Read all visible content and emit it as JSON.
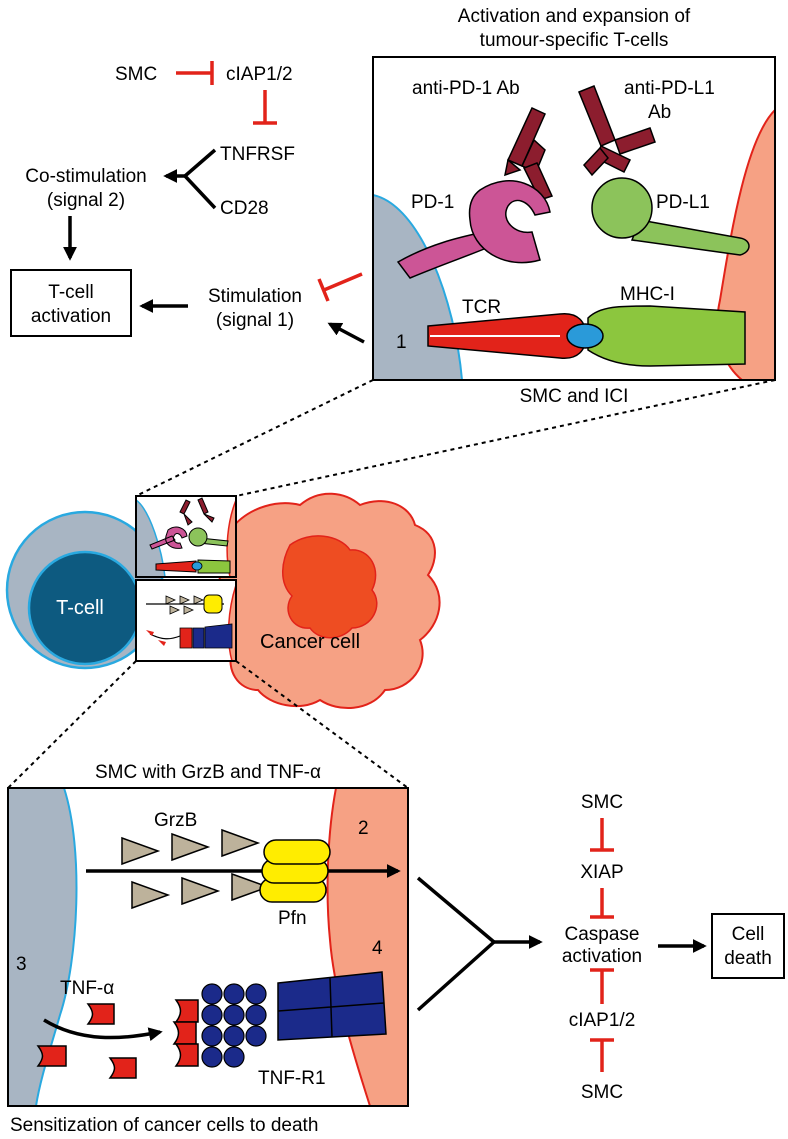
{
  "top_panel": {
    "title_line1": "Activation and expansion of",
    "title_line2": "tumour-specific T-cells",
    "anti_pd1": "anti-PD-1 Ab",
    "anti_pdl1_line1": "anti-PD-L1",
    "anti_pdl1_line2": "Ab",
    "pd1": "PD-1",
    "pdl1": "PD-L1",
    "tcr": "TCR",
    "mhc": "MHC-I",
    "marker": "1",
    "caption": "SMC and ICI"
  },
  "top_left": {
    "smc": "SMC",
    "ciap": "cIAP1/2",
    "tnfrsf": "TNFRSF",
    "cd28": "CD28",
    "costim_line1": "Co-stimulation",
    "costim_line2": "(signal 2)",
    "stim_line1": "Stimulation",
    "stim_line2": "(signal 1)",
    "tcell_act_line1": "T-cell",
    "tcell_act_line2": "activation"
  },
  "middle": {
    "tcell": "T-cell",
    "cancer": "Cancer cell"
  },
  "bottom_panel": {
    "title": "SMC with GrzB and TNF-α",
    "grzb": "GrzB",
    "pfn": "Pfn",
    "marker2": "2",
    "marker3": "3",
    "marker4": "4",
    "tnfa": "TNF-α",
    "tnfr1": "TNF-R1",
    "caption": "Sensitization of cancer cells to death"
  },
  "bottom_right": {
    "smc_top": "SMC",
    "xiap": "XIAP",
    "caspase_line1": "Caspase",
    "caspase_line2": "activation",
    "ciap": "cIAP1/2",
    "smc_bottom": "SMC",
    "death_line1": "Cell",
    "death_line2": "death"
  },
  "colors": {
    "tcell_gray": "#a8b5c3",
    "tcell_border": "#29a9e0",
    "tcell_nucleus": "#0d5a80",
    "cancer_salmon": "#f6a184",
    "cancer_border": "#e2231a",
    "cancer_nucleus": "#ee4d22",
    "pd1_pink": "#cc5596",
    "pdl1_green": "#8cc35b",
    "antibody_maroon": "#8c1d2e",
    "tcr_red": "#e2231a",
    "mhc_green": "#8cc63e",
    "inhibit_red": "#e2231a",
    "grzb_tan": "#bdb29b",
    "pfn_yellow": "#ffed00",
    "tnfr_blue": "#1b2a8a"
  }
}
